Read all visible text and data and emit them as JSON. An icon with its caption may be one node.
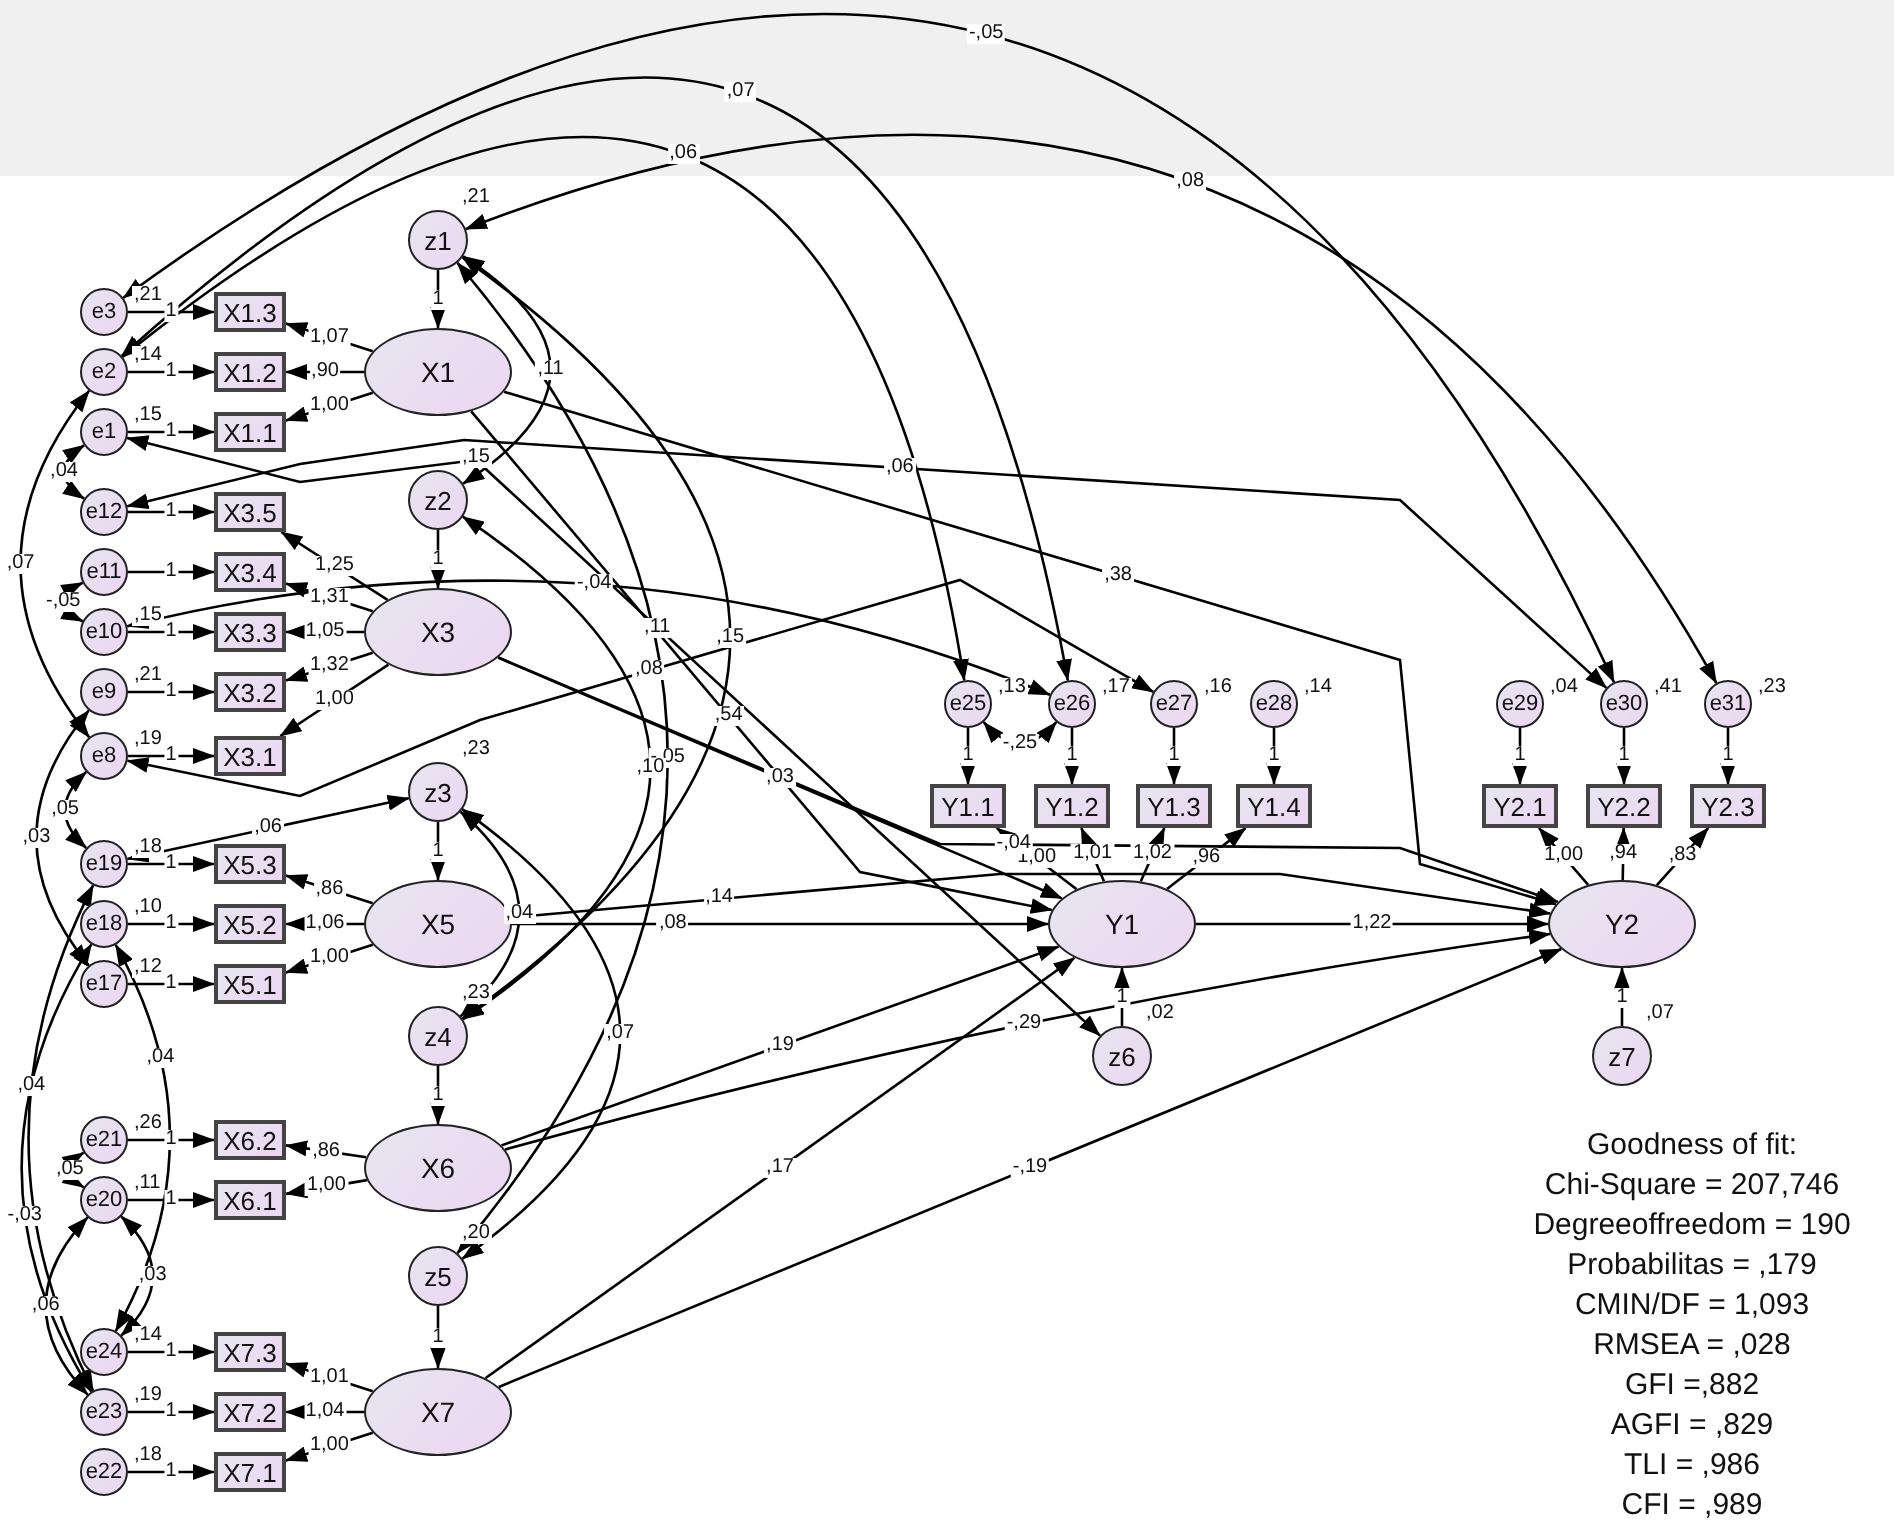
{
  "diagram": {
    "nodes": [
      {
        "text": [
          "z1"
        ],
        "beside": [
          ",21"
        ]
      },
      {
        "text": [
          "X1"
        ]
      },
      {
        "text": [
          "X1.3"
        ]
      },
      {
        "text": [
          "X1.2"
        ]
      },
      {
        "text": [
          "X1.1"
        ]
      },
      {
        "text": [
          "e3"
        ],
        "beside": [
          ",21"
        ]
      },
      {
        "text": [
          "e2"
        ],
        "beside": [
          ",14"
        ]
      },
      {
        "text": [
          "e1"
        ],
        "beside": [
          ",15"
        ]
      },
      {
        "text": [
          "z2"
        ],
        "beside": [
          ",15"
        ]
      },
      {
        "text": [
          "X3"
        ]
      },
      {
        "text": [
          "X3.5"
        ]
      },
      {
        "text": [
          "X3.4"
        ]
      },
      {
        "text": [
          "X3.3"
        ]
      },
      {
        "text": [
          "X3.2"
        ]
      },
      {
        "text": [
          "X3.1"
        ]
      },
      {
        "text": [
          "e12"
        ]
      },
      {
        "text": [
          "e11"
        ]
      },
      {
        "text": [
          "e10"
        ],
        "beside": [
          ",15"
        ]
      },
      {
        "text": [
          "e9"
        ],
        "beside": [
          ",21"
        ]
      },
      {
        "text": [
          "e8"
        ],
        "beside": [
          ",19"
        ]
      },
      {
        "text": [
          "z3"
        ],
        "beside": [
          ",23"
        ]
      },
      {
        "text": [
          "X5"
        ]
      },
      {
        "text": [
          "X5.3"
        ]
      },
      {
        "text": [
          "X5.2"
        ]
      },
      {
        "text": [
          "X5.1"
        ]
      },
      {
        "text": [
          "e19"
        ],
        "beside": [
          ",18"
        ]
      },
      {
        "text": [
          "e18"
        ],
        "beside": [
          ",10"
        ]
      },
      {
        "text": [
          "e17"
        ],
        "beside": [
          ",12"
        ]
      },
      {
        "text": [
          "z4"
        ],
        "beside": [
          ",23"
        ]
      },
      {
        "text": [
          "X6"
        ]
      },
      {
        "text": [
          "X6.2"
        ]
      },
      {
        "text": [
          "X6.1"
        ]
      },
      {
        "text": [
          "e21"
        ],
        "beside": [
          ",26"
        ]
      },
      {
        "text": [
          "e20"
        ],
        "beside": [
          ",11"
        ]
      },
      {
        "text": [
          "z5"
        ],
        "beside": [
          ",20"
        ]
      },
      {
        "text": [
          "X7"
        ]
      },
      {
        "text": [
          "X7.3"
        ]
      },
      {
        "text": [
          "X7.2"
        ]
      },
      {
        "text": [
          "X7.1"
        ]
      },
      {
        "text": [
          "e24"
        ],
        "beside": [
          ",14"
        ]
      },
      {
        "text": [
          "e23"
        ],
        "beside": [
          ",19"
        ]
      },
      {
        "text": [
          "e22"
        ],
        "beside": [
          ",18"
        ]
      },
      {
        "text": [
          "e25"
        ],
        "beside": [
          ",13"
        ]
      },
      {
        "text": [
          "e26"
        ],
        "beside": [
          ",17"
        ]
      },
      {
        "text": [
          "e27"
        ],
        "beside": [
          ",16"
        ]
      },
      {
        "text": [
          "e28"
        ],
        "beside": [
          ",14"
        ]
      },
      {
        "text": [
          "Y1.1"
        ]
      },
      {
        "text": [
          "Y1.2"
        ]
      },
      {
        "text": [
          "Y1.3"
        ]
      },
      {
        "text": [
          "Y1.4"
        ]
      },
      {
        "text": [
          "Y1"
        ]
      },
      {
        "text": [
          "z6"
        ],
        "beside": [
          ",02"
        ]
      },
      {
        "text": [
          "e29"
        ],
        "beside": [
          ",04"
        ]
      },
      {
        "text": [
          "e30"
        ],
        "beside": [
          ",41"
        ]
      },
      {
        "text": [
          "e31"
        ],
        "beside": [
          ",23"
        ]
      },
      {
        "text": [
          "Y2.1"
        ]
      },
      {
        "text": [
          "Y2.2"
        ]
      },
      {
        "text": [
          "Y2.3"
        ]
      },
      {
        "text": [
          "Y2"
        ]
      },
      {
        "text": [
          "z7"
        ],
        "beside": [
          ",07"
        ]
      }
    ],
    "edges": [
      {
        "from": 5,
        "to": 2,
        "arrow": "to",
        "label": "1"
      },
      {
        "from": 6,
        "to": 3,
        "arrow": "to",
        "label": "1"
      },
      {
        "from": 7,
        "to": 4,
        "arrow": "to",
        "label": "1"
      },
      {
        "from": 15,
        "to": 10,
        "arrow": "to",
        "label": "1"
      },
      {
        "from": 16,
        "to": 11,
        "arrow": "to",
        "label": "1"
      },
      {
        "from": 17,
        "to": 12,
        "arrow": "to",
        "label": "1"
      },
      {
        "from": 18,
        "to": 13,
        "arrow": "to",
        "label": "1"
      },
      {
        "from": 19,
        "to": 14,
        "arrow": "to",
        "label": "1"
      },
      {
        "from": 25,
        "to": 22,
        "arrow": "to",
        "label": "1"
      },
      {
        "from": 26,
        "to": 23,
        "arrow": "to",
        "label": "1"
      },
      {
        "from": 27,
        "to": 24,
        "arrow": "to",
        "label": "1"
      },
      {
        "from": 32,
        "to": 30,
        "arrow": "to",
        "label": "1"
      },
      {
        "from": 33,
        "to": 31,
        "arrow": "to",
        "label": "1"
      },
      {
        "from": 39,
        "to": 36,
        "arrow": "to",
        "label": "1"
      },
      {
        "from": 40,
        "to": 37,
        "arrow": "to",
        "label": "1"
      },
      {
        "from": 41,
        "to": 38,
        "arrow": "to",
        "label": "1"
      },
      {
        "from": 42,
        "to": 46,
        "arrow": "to",
        "label": "1"
      },
      {
        "from": 43,
        "to": 47,
        "arrow": "to",
        "label": "1"
      },
      {
        "from": 44,
        "to": 48,
        "arrow": "to",
        "label": "1"
      },
      {
        "from": 45,
        "to": 49,
        "arrow": "to",
        "label": "1"
      },
      {
        "from": 52,
        "to": 55,
        "arrow": "to",
        "label": "1"
      },
      {
        "from": 53,
        "to": 56,
        "arrow": "to",
        "label": "1"
      },
      {
        "from": 54,
        "to": 57,
        "arrow": "to",
        "label": "1"
      },
      {
        "from": 0,
        "to": 1,
        "arrow": "to",
        "label": "1"
      },
      {
        "from": 8,
        "to": 9,
        "arrow": "to",
        "label": "1"
      },
      {
        "from": 20,
        "to": 21,
        "arrow": "to",
        "label": "1"
      },
      {
        "from": 28,
        "to": 29,
        "arrow": "to",
        "label": "1"
      },
      {
        "from": 34,
        "to": 35,
        "arrow": "to",
        "label": "1"
      },
      {
        "from": 51,
        "to": 50,
        "arrow": "to",
        "label": "1"
      },
      {
        "from": 59,
        "to": 58,
        "arrow": "to",
        "label": "1"
      },
      {
        "from": 1,
        "to": 2,
        "arrow": "to",
        "label": "1,07"
      },
      {
        "from": 1,
        "to": 3,
        "arrow": "to",
        "label": ",90"
      },
      {
        "from": 1,
        "to": 4,
        "arrow": "to",
        "label": "1,00"
      },
      {
        "from": 9,
        "to": 10,
        "arrow": "to",
        "label": "1,25"
      },
      {
        "from": 9,
        "to": 11,
        "arrow": "to",
        "label": "1,31"
      },
      {
        "from": 9,
        "to": 12,
        "arrow": "to",
        "label": "1,05"
      },
      {
        "from": 9,
        "to": 13,
        "arrow": "to",
        "label": "1,32"
      },
      {
        "from": 9,
        "to": 14,
        "arrow": "to",
        "label": "1,00"
      },
      {
        "from": 21,
        "to": 22,
        "arrow": "to",
        "label": ",86"
      },
      {
        "from": 21,
        "to": 23,
        "arrow": "to",
        "label": "1,06"
      },
      {
        "from": 21,
        "to": 24,
        "arrow": "to",
        "label": "1,00"
      },
      {
        "from": 29,
        "to": 30,
        "arrow": "to",
        "label": ",86"
      },
      {
        "from": 29,
        "to": 31,
        "arrow": "to",
        "label": "1,00"
      },
      {
        "from": 35,
        "to": 36,
        "arrow": "to",
        "label": "1,01"
      },
      {
        "from": 35,
        "to": 37,
        "arrow": "to",
        "label": "1,04"
      },
      {
        "from": 35,
        "to": 38,
        "arrow": "to",
        "label": "1,00"
      },
      {
        "from": 50,
        "to": 46,
        "arrow": "to",
        "label": "1,00"
      },
      {
        "from": 50,
        "to": 47,
        "arrow": "to",
        "label": "1,01"
      },
      {
        "from": 50,
        "to": 48,
        "arrow": "to",
        "label": "1,02"
      },
      {
        "from": 50,
        "to": 49,
        "arrow": "to",
        "label": ",96"
      },
      {
        "from": 58,
        "to": 55,
        "arrow": "to",
        "label": "1,00"
      },
      {
        "from": 58,
        "to": 56,
        "arrow": "to",
        "label": ",94"
      },
      {
        "from": 58,
        "to": 57,
        "arrow": "to",
        "label": ",83"
      },
      {
        "from": 1,
        "to": 50,
        "arrow": "to",
        "label": ",54"
      },
      {
        "from": 1,
        "to": 58,
        "arrow": "to",
        "label": ",38"
      },
      {
        "from": 9,
        "to": 50,
        "arrow": "to",
        "label": ",03"
      },
      {
        "from": 9,
        "to": 58,
        "arrow": "to",
        "label": "-,04"
      },
      {
        "from": 21,
        "to": 50,
        "arrow": "to",
        "label": ",08"
      },
      {
        "from": 21,
        "to": 58,
        "arrow": "to",
        "label": ",14"
      },
      {
        "from": 29,
        "to": 50,
        "arrow": "to",
        "label": ",19"
      },
      {
        "from": 29,
        "to": 58,
        "arrow": "to",
        "label": "-,29"
      },
      {
        "from": 35,
        "to": 50,
        "arrow": "to",
        "label": ",17"
      },
      {
        "from": 35,
        "to": 58,
        "arrow": "to",
        "label": "-,19"
      },
      {
        "from": 50,
        "to": 58,
        "arrow": "to",
        "label": "1,22"
      },
      {
        "from": 5,
        "to": 53,
        "arrow": "both",
        "label": "-,05"
      },
      {
        "from": 0,
        "to": 54,
        "arrow": "both",
        "label": ",08"
      },
      {
        "from": 6,
        "to": 43,
        "arrow": "both",
        "label": ",07"
      },
      {
        "from": 6,
        "to": 42,
        "arrow": "both",
        "label": ",06"
      },
      {
        "from": 0,
        "to": 34,
        "arrow": "both",
        "label": "-,05"
      },
      {
        "from": 0,
        "to": 8,
        "arrow": "both",
        "label": ",11"
      },
      {
        "from": 15,
        "to": 53,
        "arrow": "both",
        "label": ",06"
      },
      {
        "from": 17,
        "to": 43,
        "arrow": "both",
        "label": "-,04"
      },
      {
        "from": 0,
        "to": 28,
        "arrow": "both",
        "label": ",15"
      },
      {
        "from": 8,
        "to": 28,
        "arrow": "both",
        "label": ",10"
      },
      {
        "from": 20,
        "to": 34,
        "arrow": "both",
        "label": ",07"
      },
      {
        "from": 20,
        "to": 28,
        "arrow": "both",
        "label": ",04"
      },
      {
        "from": 7,
        "to": 15,
        "arrow": "both",
        "label": ",04"
      },
      {
        "from": 16,
        "to": 17,
        "arrow": "both",
        "label": "-,05"
      },
      {
        "from": 6,
        "to": 19,
        "arrow": "both",
        "label": ",07"
      },
      {
        "from": 18,
        "to": 27,
        "arrow": "both",
        "label": ",03"
      },
      {
        "from": 19,
        "to": 25,
        "arrow": "both",
        "label": ",05"
      },
      {
        "from": 25,
        "to": 40,
        "arrow": "both",
        "label": ",04"
      },
      {
        "from": 26,
        "to": 39,
        "arrow": "both",
        "label": ",04"
      },
      {
        "from": 26,
        "to": 40,
        "arrow": "both",
        "label": "-,03"
      },
      {
        "from": 32,
        "to": 33,
        "arrow": "both",
        "label": ",05"
      },
      {
        "from": 33,
        "to": 39,
        "arrow": "both",
        "label": ",03"
      },
      {
        "from": 33,
        "to": 40,
        "arrow": "both",
        "label": ",06"
      },
      {
        "from": 42,
        "to": 43,
        "arrow": "both",
        "label": "-,25"
      },
      {
        "from": 7,
        "to": 51,
        "arrow": "both",
        "label": ",11"
      },
      {
        "from": 25,
        "to": 20,
        "arrow": "both",
        "label": ",06"
      },
      {
        "from": 19,
        "to": 44,
        "arrow": "both",
        "label": ",08"
      }
    ],
    "labels": [
      "Goodness of fit:",
      "Chi-Square = 207,746",
      "Degreeoffreedom = 190",
      "Probabilitas = ,179",
      "CMIN/DF = 1,093",
      "RMSEA = ,028",
      "GFI =,882",
      "AGFI = ,829",
      "TLI = ,986",
      "CFI = ,989"
    ]
  }
}
